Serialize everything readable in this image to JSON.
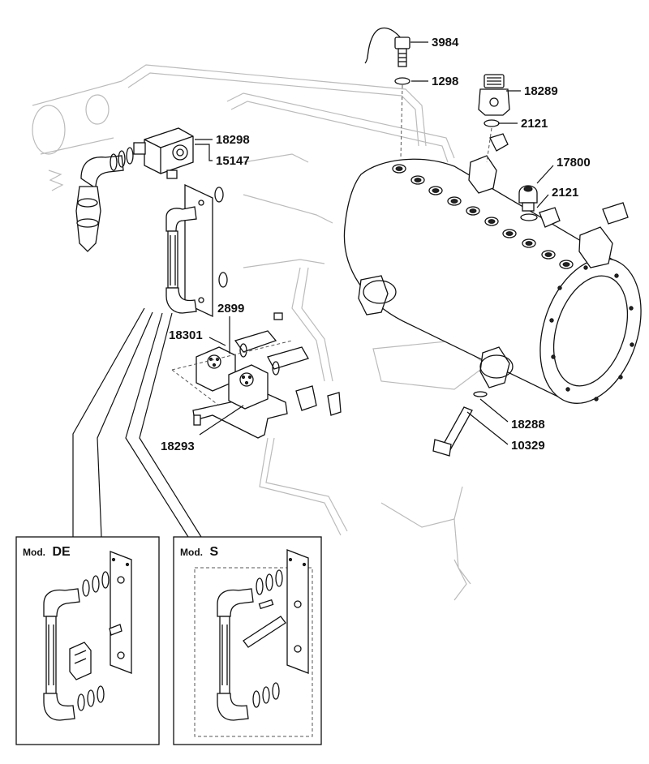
{
  "part_labels": {
    "p3984": "3984",
    "p1298": "1298",
    "p18289": "18289",
    "p2121a": "2121",
    "p18298": "18298",
    "p15147": "15147",
    "p17800": "17800",
    "p2121b": "2121",
    "p2899": "2899",
    "p18301": "18301",
    "p18288": "18288",
    "p10329": "10329",
    "p18293": "18293"
  },
  "insets": {
    "de": {
      "prefix": "Mod.",
      "suffix": "DE"
    },
    "s": {
      "prefix": "Mod.",
      "suffix": "S"
    }
  }
}
